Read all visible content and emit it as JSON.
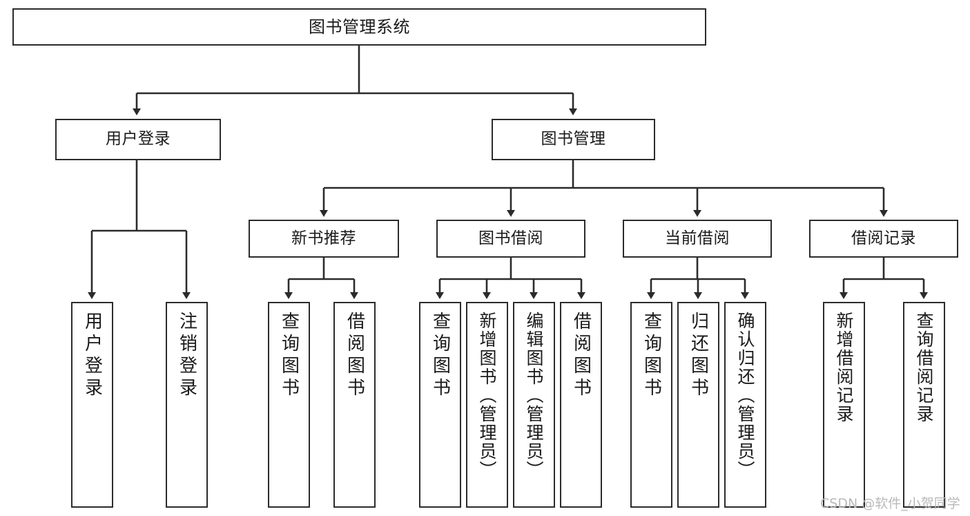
{
  "diagram": {
    "type": "tree-hierarchy",
    "title": "图书管理系统",
    "orientation": "top-down",
    "line_color": "#2b2b2b",
    "box_fill": "#ffffff",
    "text_color": "#1a1a1a"
  },
  "nodes": {
    "root": {
      "label": "图书管理系统"
    },
    "level2": [
      {
        "label": "用户登录"
      },
      {
        "label": "图书管理"
      }
    ],
    "level3": [
      {
        "label": "新书推荐"
      },
      {
        "label": "图书借阅"
      },
      {
        "label": "当前借阅"
      },
      {
        "label": "借阅记录"
      }
    ],
    "leaves_user_login": [
      {
        "label": "用户登录"
      },
      {
        "label": "注销登录"
      }
    ],
    "leaves_new_book": [
      {
        "label": "查询图书"
      },
      {
        "label": "借阅图书"
      }
    ],
    "leaves_borrow": [
      {
        "label": "查询图书"
      },
      {
        "label": "新增图书（管理员）"
      },
      {
        "label": "编辑图书（管理员）"
      },
      {
        "label": "借阅图书"
      }
    ],
    "leaves_current": [
      {
        "label": "查询图书"
      },
      {
        "label": "归还图书"
      },
      {
        "label": "确认归还（管理员）"
      }
    ],
    "leaves_records": [
      {
        "label": "新增借阅记录"
      },
      {
        "label": "查询借阅记录"
      }
    ]
  },
  "watermark": {
    "text": "CSDN @软件_小贺同学",
    "color": "#b9b9b9"
  }
}
